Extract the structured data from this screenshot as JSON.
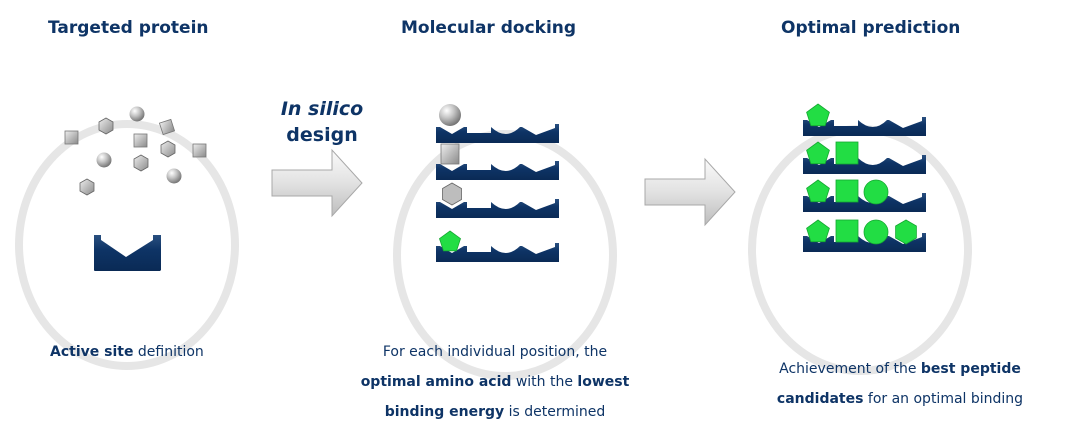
{
  "steps": [
    {
      "title": "Targeted protein",
      "caption": [
        {
          "text": "Active site",
          "bold": true
        },
        {
          "text": " definition",
          "bold": false
        }
      ]
    },
    {
      "title": "Molecular docking",
      "caption_lines": [
        [
          {
            "text": "For each individual position, the",
            "bold": false
          }
        ],
        [
          {
            "text": "optimal amino acid",
            "bold": true
          },
          {
            "text": " with the ",
            "bold": false
          },
          {
            "text": "lowest",
            "bold": true
          }
        ],
        [
          {
            "text": "binding energy",
            "bold": true
          },
          {
            "text": " is determined",
            "bold": false
          }
        ]
      ]
    },
    {
      "title": "Optimal prediction",
      "caption_lines": [
        [
          {
            "text": "Achievement of the ",
            "bold": false
          },
          {
            "text": "best peptide",
            "bold": true
          }
        ],
        [
          {
            "text": "candidates",
            "bold": true
          },
          {
            "text": " for an optimal binding",
            "bold": false
          }
        ]
      ]
    }
  ],
  "arrow_label": {
    "line1": "In silico",
    "line2": "design"
  },
  "icons": {
    "free_amino_acids": [
      "cube",
      "hexagon",
      "sphere",
      "cube-tilted",
      "cube",
      "hexagon",
      "cube",
      "sphere",
      "hexagon",
      "sphere",
      "hexagon"
    ],
    "docking_rows": [
      "sphere",
      "cube",
      "hexagon",
      "pentagon-green"
    ],
    "prediction_rows": [
      [
        "pentagon"
      ],
      [
        "pentagon",
        "square"
      ],
      [
        "pentagon",
        "square",
        "circle"
      ],
      [
        "pentagon",
        "square",
        "circle",
        "hexagon"
      ]
    ]
  },
  "colors": {
    "navy": "#0e3466",
    "green": "#22dd44",
    "ring": "#e6e6e6",
    "grey_shape": "#b8b8b8"
  }
}
